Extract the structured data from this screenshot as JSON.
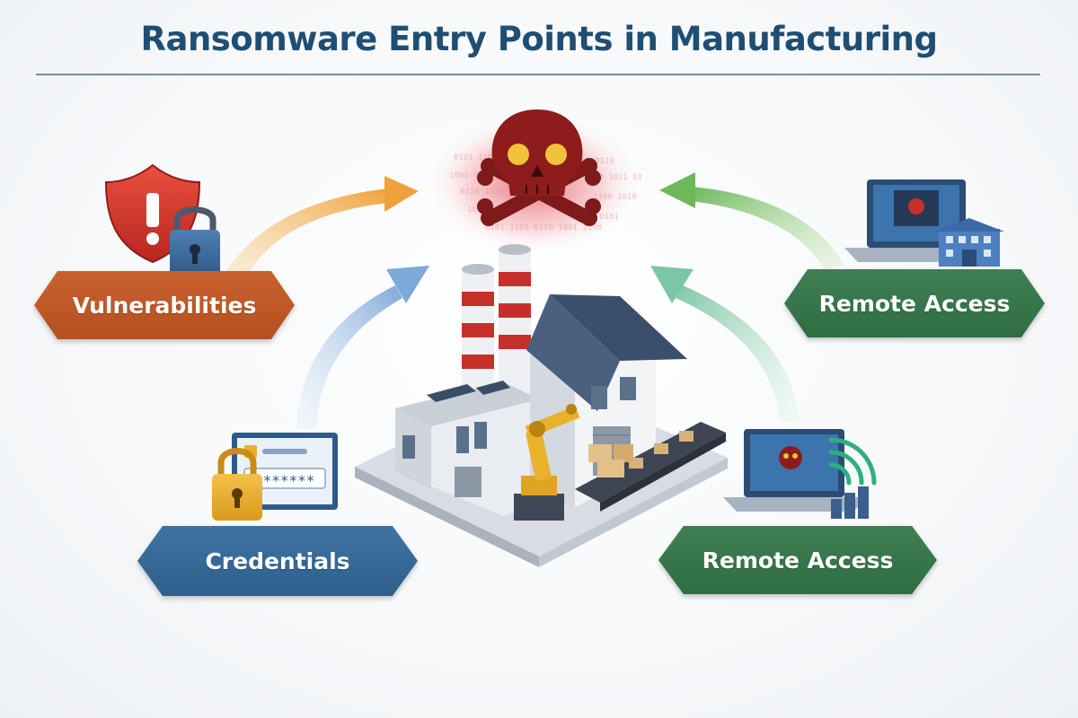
{
  "title": "Ransomware Entry Points in Manufacturing",
  "center": {
    "icon": "skull-crossbones-icon",
    "hub": "factory-illustration"
  },
  "entry_points": [
    {
      "label": "Vulnerabilities",
      "icon": "shield-lock-icon",
      "color": "#c05a28"
    },
    {
      "label": "Remote Access",
      "icon": "laptop-building-icon",
      "color": "#357548"
    },
    {
      "label": "Credentials",
      "icon": "login-form-lock-icon",
      "color": "#376a96"
    },
    {
      "label": "Remote Access",
      "icon": "laptop-wifi-icon",
      "color": "#357548"
    }
  ],
  "colors": {
    "title": "#1f4e72",
    "threat_red": "#8e1c1c",
    "arrow_orange": "#f0a23a",
    "arrow_green": "#6db85a",
    "arrow_blue": "#7ea8d8",
    "arrow_teal": "#7cc6a4"
  },
  "password_mask": "*******"
}
